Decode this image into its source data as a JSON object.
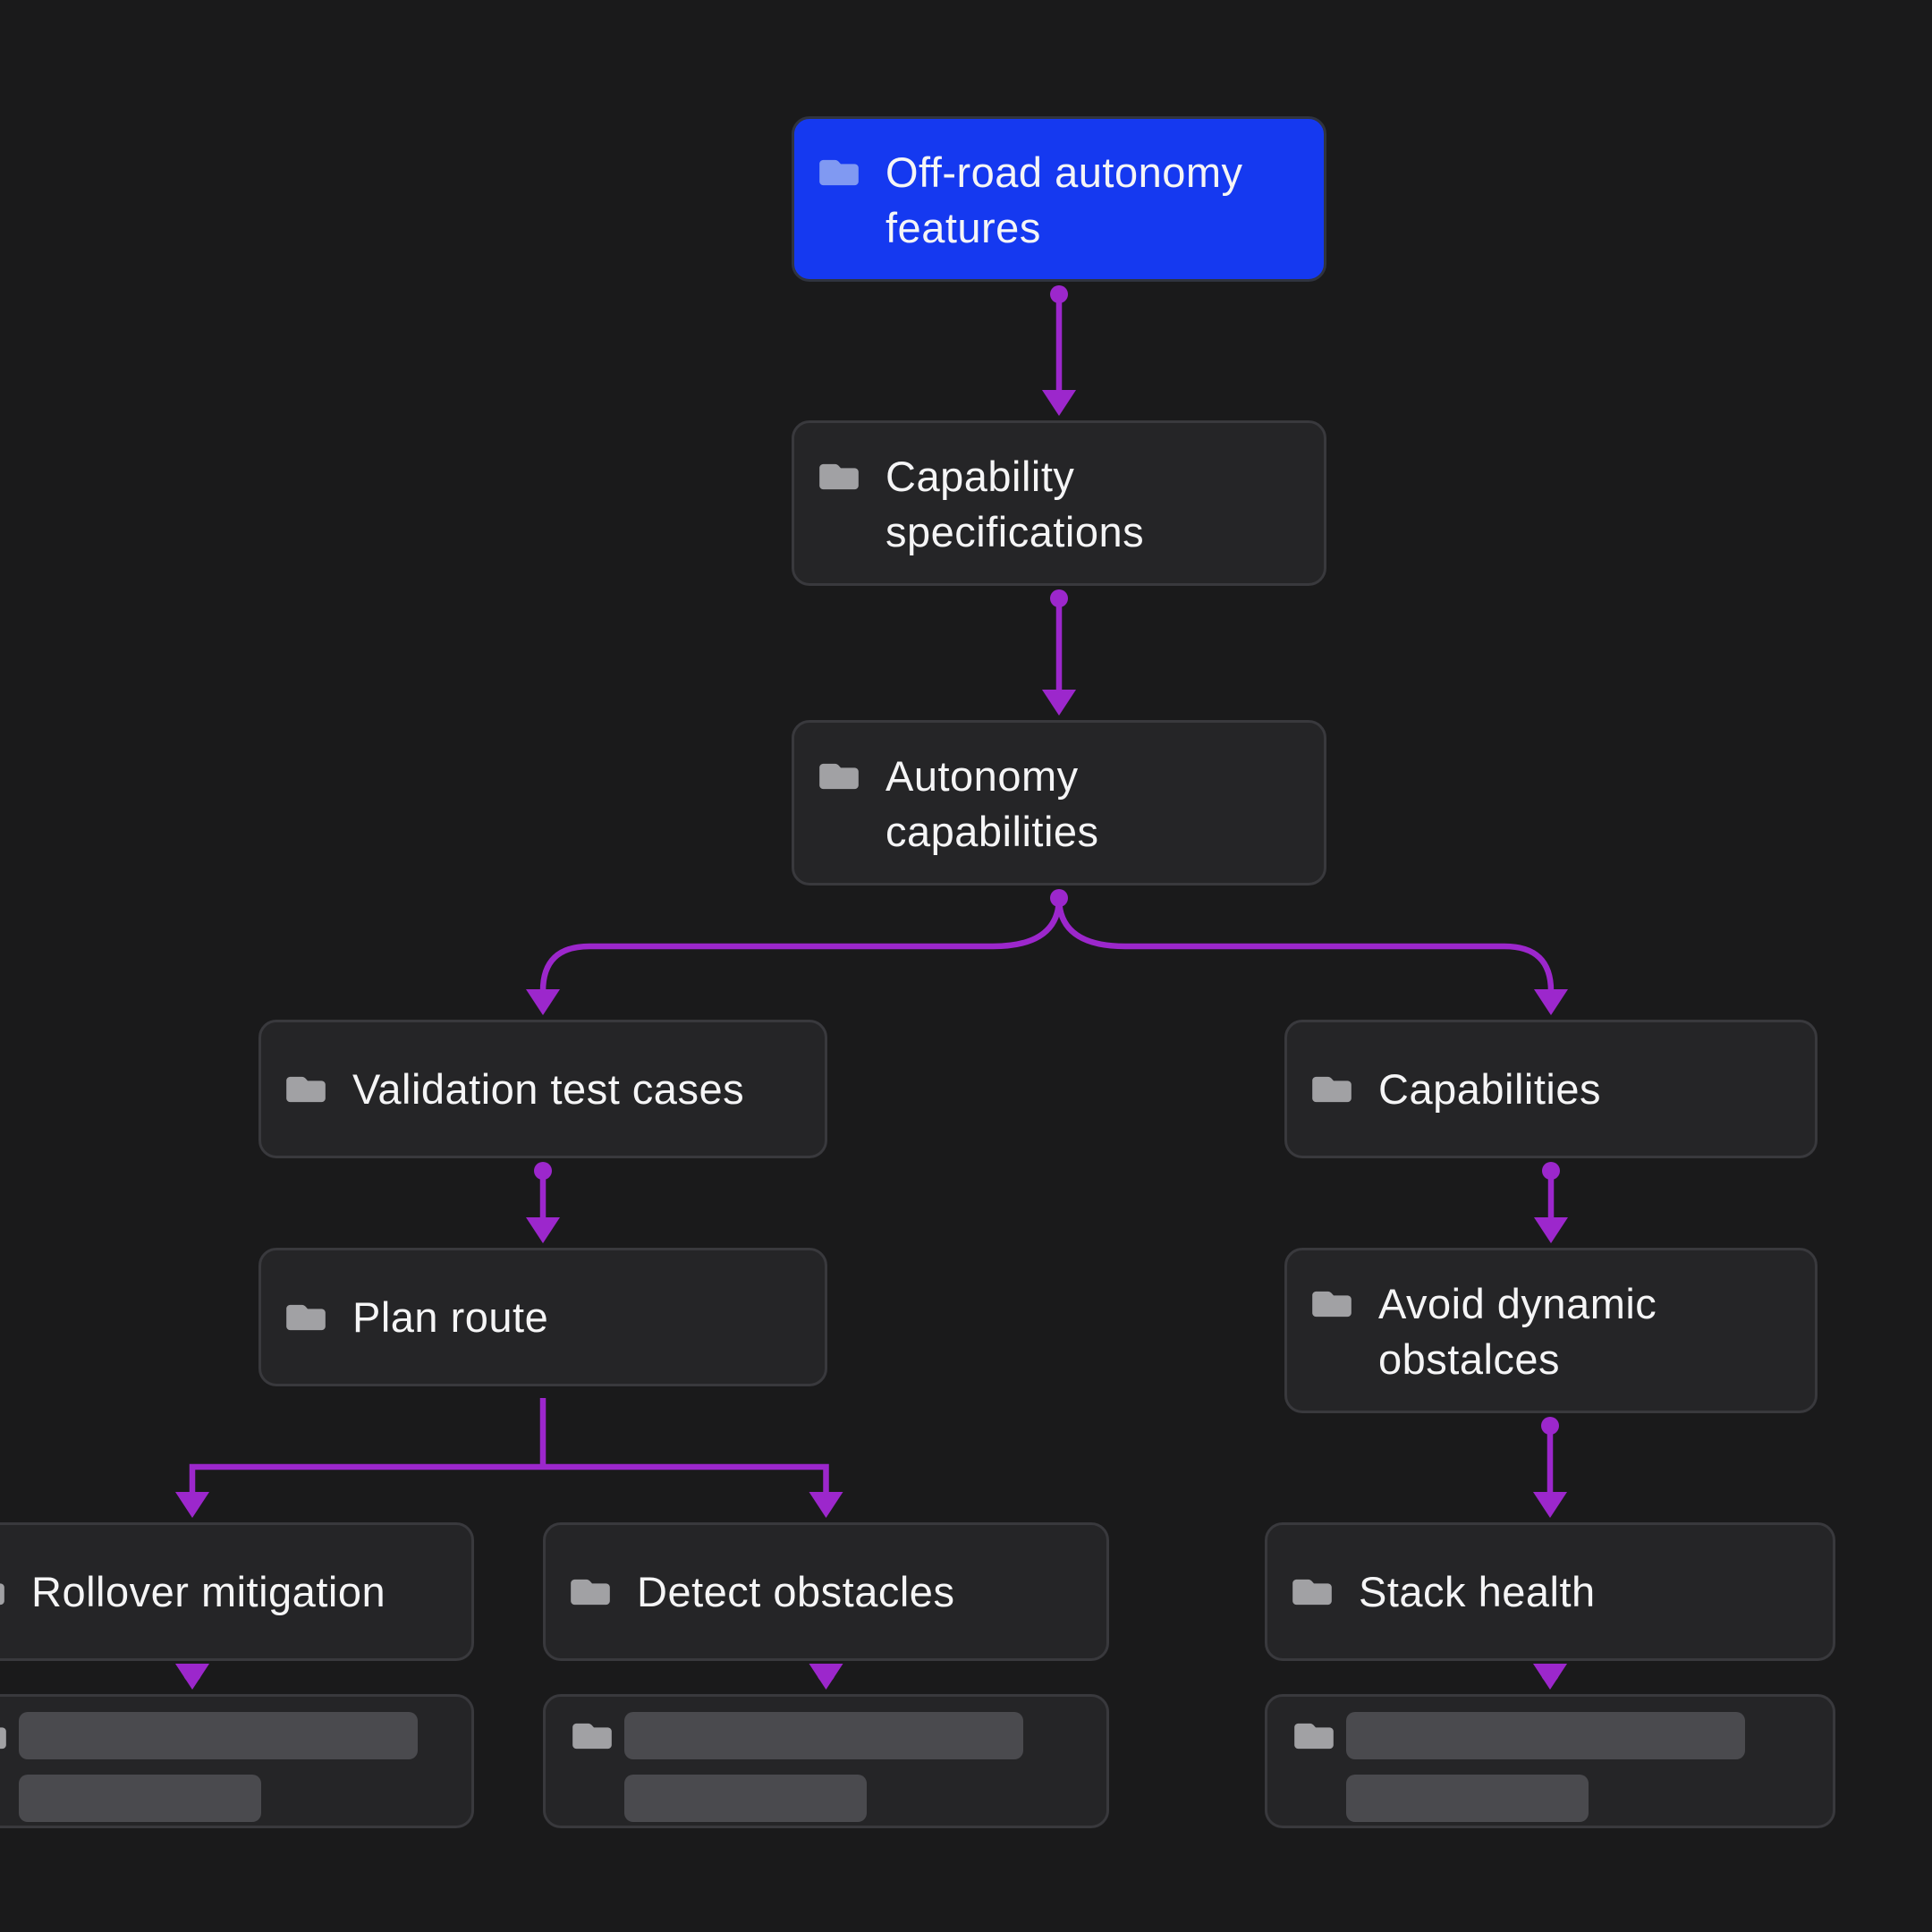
{
  "palette": {
    "canvas_background": "#1a1a1b",
    "node_background": "#252527",
    "node_border": "#39393d",
    "node_text": "#f5f5f6",
    "connector": "#9c27cc",
    "selected_background": "#1539f0",
    "selected_border": "#30343f",
    "folder_icon_gray": "#a1a1a4",
    "folder_icon_selected": "#8099f2",
    "skeleton_bar": "#4a4a4e"
  },
  "diagram": {
    "nodes": [
      {
        "id": "root",
        "label": "Off-road autonomy features",
        "label_lines": [
          "Off-road autonomy",
          "features"
        ],
        "icon": "folder-icon",
        "state": "selected"
      },
      {
        "id": "capability-specifications",
        "label": "Capability specifications",
        "label_lines": [
          "Capability",
          "specifications"
        ],
        "icon": "folder-icon",
        "state": "default"
      },
      {
        "id": "autonomy-capabilities",
        "label": "Autonomy capabilities",
        "label_lines": [
          "Autonomy",
          "capabilities"
        ],
        "icon": "folder-icon",
        "state": "default"
      },
      {
        "id": "validation-test-cases",
        "label": "Validation test cases",
        "label_lines": [
          "Validation test cases"
        ],
        "icon": "folder-icon",
        "state": "default"
      },
      {
        "id": "capabilities",
        "label": "Capabilities",
        "label_lines": [
          "Capabilities"
        ],
        "icon": "folder-icon",
        "state": "default"
      },
      {
        "id": "plan-route",
        "label": "Plan route",
        "label_lines": [
          "Plan route"
        ],
        "icon": "folder-icon",
        "state": "default"
      },
      {
        "id": "avoid-dynamic-obstalces",
        "label": "Avoid dynamic obstalces",
        "label_lines": [
          "Avoid dynamic",
          "obstalces"
        ],
        "icon": "folder-icon",
        "state": "default"
      },
      {
        "id": "rollover-mitigation",
        "label": "Rollover mitigation",
        "label_lines": [
          "Rollover mitigation"
        ],
        "icon": "folder-icon",
        "state": "default"
      },
      {
        "id": "detect-obstacles",
        "label": "Detect obstacles",
        "label_lines": [
          "Detect obstacles"
        ],
        "icon": "folder-icon",
        "state": "default"
      },
      {
        "id": "stack-health",
        "label": "Stack health",
        "label_lines": [
          "Stack health"
        ],
        "icon": "folder-icon",
        "state": "default"
      },
      {
        "id": "rollover-mitigation-child",
        "label": "",
        "label_lines": [],
        "icon": "folder-icon",
        "state": "placeholder"
      },
      {
        "id": "detect-obstacles-child",
        "label": "",
        "label_lines": [],
        "icon": "folder-icon",
        "state": "placeholder"
      },
      {
        "id": "stack-health-child",
        "label": "",
        "label_lines": [],
        "icon": "folder-icon",
        "state": "placeholder"
      }
    ],
    "edges": [
      {
        "from": "root",
        "to": "capability-specifications"
      },
      {
        "from": "capability-specifications",
        "to": "autonomy-capabilities"
      },
      {
        "from": "autonomy-capabilities",
        "to": "validation-test-cases"
      },
      {
        "from": "autonomy-capabilities",
        "to": "capabilities"
      },
      {
        "from": "validation-test-cases",
        "to": "plan-route"
      },
      {
        "from": "capabilities",
        "to": "avoid-dynamic-obstalces"
      },
      {
        "from": "plan-route",
        "to": "rollover-mitigation"
      },
      {
        "from": "plan-route",
        "to": "detect-obstacles"
      },
      {
        "from": "avoid-dynamic-obstalces",
        "to": "stack-health"
      },
      {
        "from": "rollover-mitigation",
        "to": "rollover-mitigation-child"
      },
      {
        "from": "detect-obstacles",
        "to": "detect-obstacles-child"
      },
      {
        "from": "stack-health",
        "to": "stack-health-child"
      }
    ]
  }
}
